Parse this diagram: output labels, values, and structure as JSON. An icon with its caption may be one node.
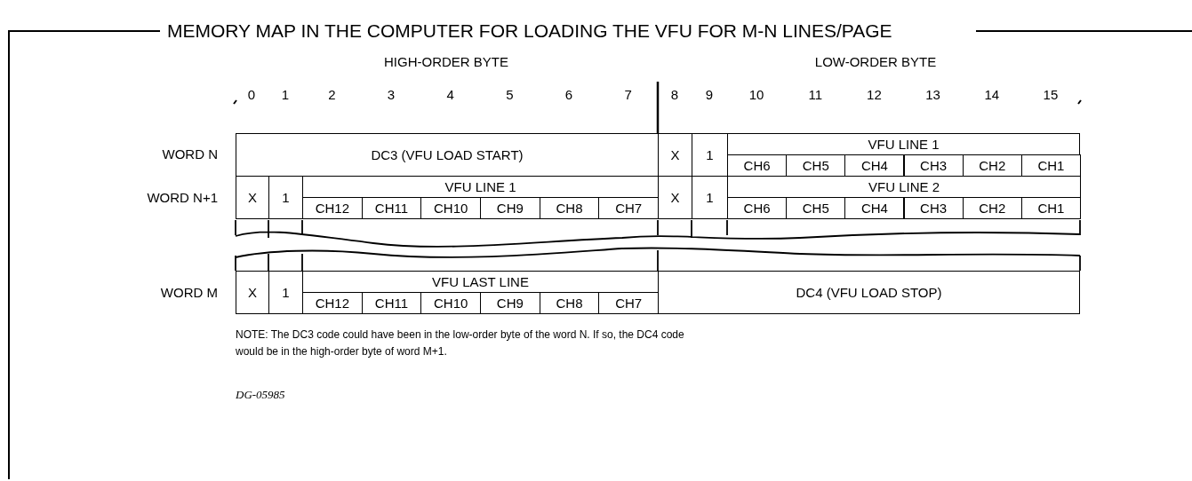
{
  "diagram": {
    "title": "MEMORY MAP IN THE COMPUTER FOR LOADING THE VFU FOR M-N LINES/PAGE",
    "labels": [
      "HIGH-ORDER BYTE",
      "LOW-ORDER BYTE",
      "0",
      "1",
      "2",
      "3",
      "4",
      "5",
      "6",
      "7",
      "8",
      "9",
      "10",
      "11",
      "12",
      "13",
      "14",
      "15",
      "WORD N",
      "DC3 (VFU LOAD START)",
      "X",
      "1",
      "VFU LINE 1",
      "CH6",
      "CH5",
      "CH4",
      "CH3",
      "CH2",
      "CH1",
      "WORD N+1",
      "X",
      "1",
      "VFU LINE 1",
      "CH12",
      "CH11",
      "CH10",
      "CH9",
      "CH8",
      "CH7",
      "X",
      "1",
      "VFU LINE 2",
      "CH6",
      "CH5",
      "CH4",
      "CH3",
      "CH2",
      "CH1",
      "WORD M",
      "X",
      "1",
      "VFU LAST LINE",
      "CH12",
      "CH11",
      "CH10",
      "CH9",
      "CH8",
      "CH7",
      "DC4 (VFU LOAD STOP)",
      "NOTE: The DC3 code could have been in the low-order byte of the word N. If so, the DC4 code would be in the high-order byte of word M+1.",
      "DG-05985"
    ]
  }
}
